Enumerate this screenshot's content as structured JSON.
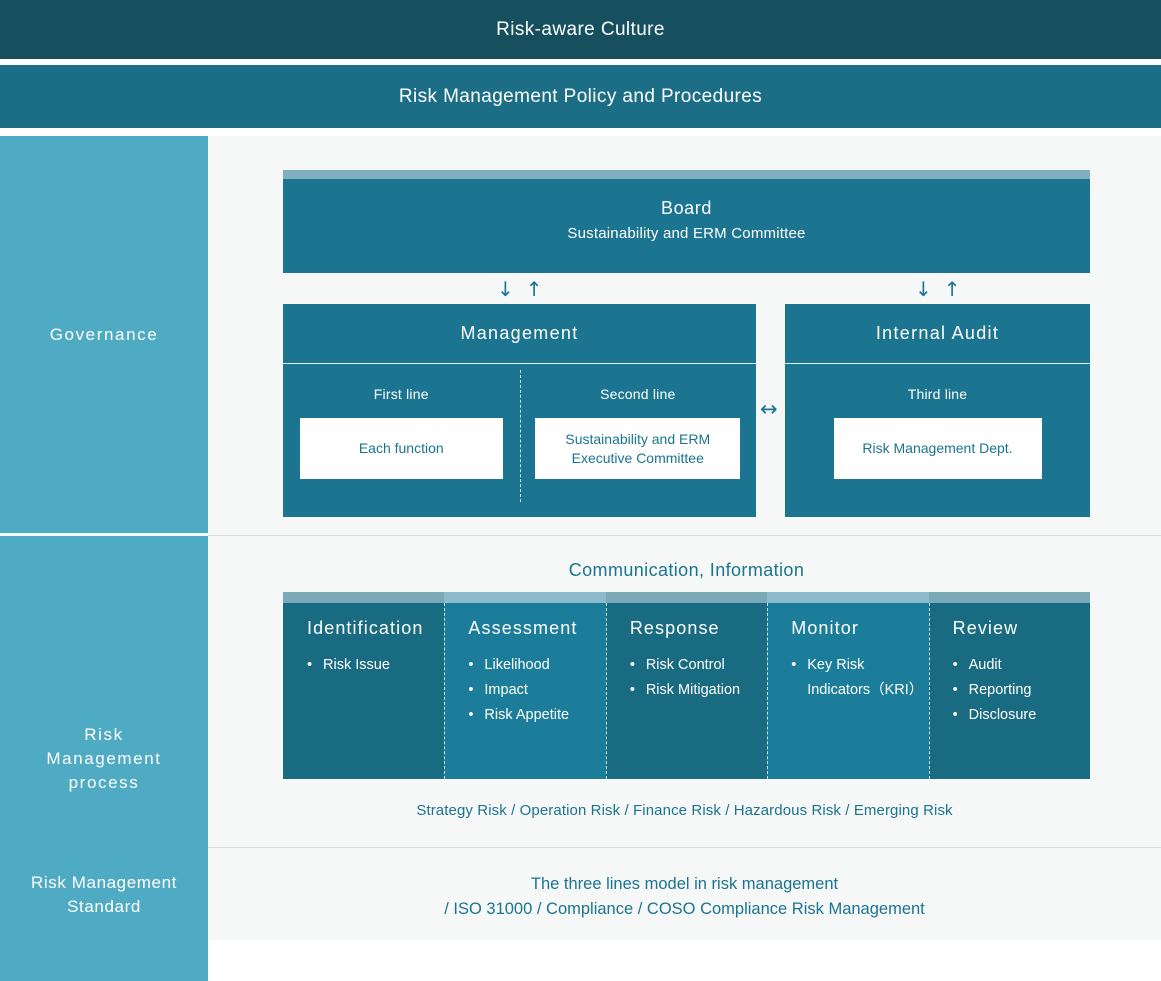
{
  "banners": {
    "culture": "Risk-aware Culture",
    "policy": "Risk Management Policy and Procedures"
  },
  "sidebar": {
    "governance": "Governance",
    "process_line1": "Risk",
    "process_line2": "Management",
    "process_line3": "process",
    "standard_line1": "Risk Management",
    "standard_line2": "Standard"
  },
  "governance": {
    "board": {
      "title": "Board",
      "subtitle": "Sustainability and ERM Committee"
    },
    "arrows": {
      "down": "↓",
      "up": "↑",
      "left_right": "↔"
    },
    "management": {
      "title": "Management",
      "first_line_label": "First line",
      "first_line_card": "Each function",
      "second_line_label": "Second line",
      "second_line_card_l1": "Sustainability and ERM",
      "second_line_card_l2": "Executive Committee"
    },
    "internal_audit": {
      "title": "Internal Audit",
      "third_line_label": "Third line",
      "third_line_card": "Risk Management Dept."
    }
  },
  "process": {
    "communication_title": "Communication, Information",
    "columns": [
      {
        "title": "Identification",
        "items": [
          "Risk Issue"
        ]
      },
      {
        "title": "Assessment",
        "items": [
          "Likelihood",
          "Impact",
          "Risk Appetite"
        ]
      },
      {
        "title": "Response",
        "items": [
          "Risk Control",
          "Risk Mitigation"
        ]
      },
      {
        "title": "Monitor",
        "items": [
          "Key Risk Indicators（KRI）"
        ]
      },
      {
        "title": "Review",
        "items": [
          "Audit",
          "Reporting",
          "Disclosure"
        ]
      }
    ],
    "risk_types": "Strategy Risk / Operation Risk / Finance Risk / Hazardous Risk / Emerging Risk"
  },
  "standard": {
    "line1": "The three lines model in risk management",
    "line2": "/ ISO 31000 / Compliance / COSO Compliance Risk Management"
  },
  "colors": {
    "culture_banner": "#16505f",
    "policy_banner": "#1b6e86",
    "sidebar": "#4fabc4",
    "box_teal": "#1b7490",
    "process_dark": "#186b80",
    "process_light": "#1b7d99",
    "cap_dark": "#7aa9b7",
    "cap_light": "#8cbccc",
    "text_teal": "#1b7490",
    "page_bg": "#f6f7f7"
  }
}
